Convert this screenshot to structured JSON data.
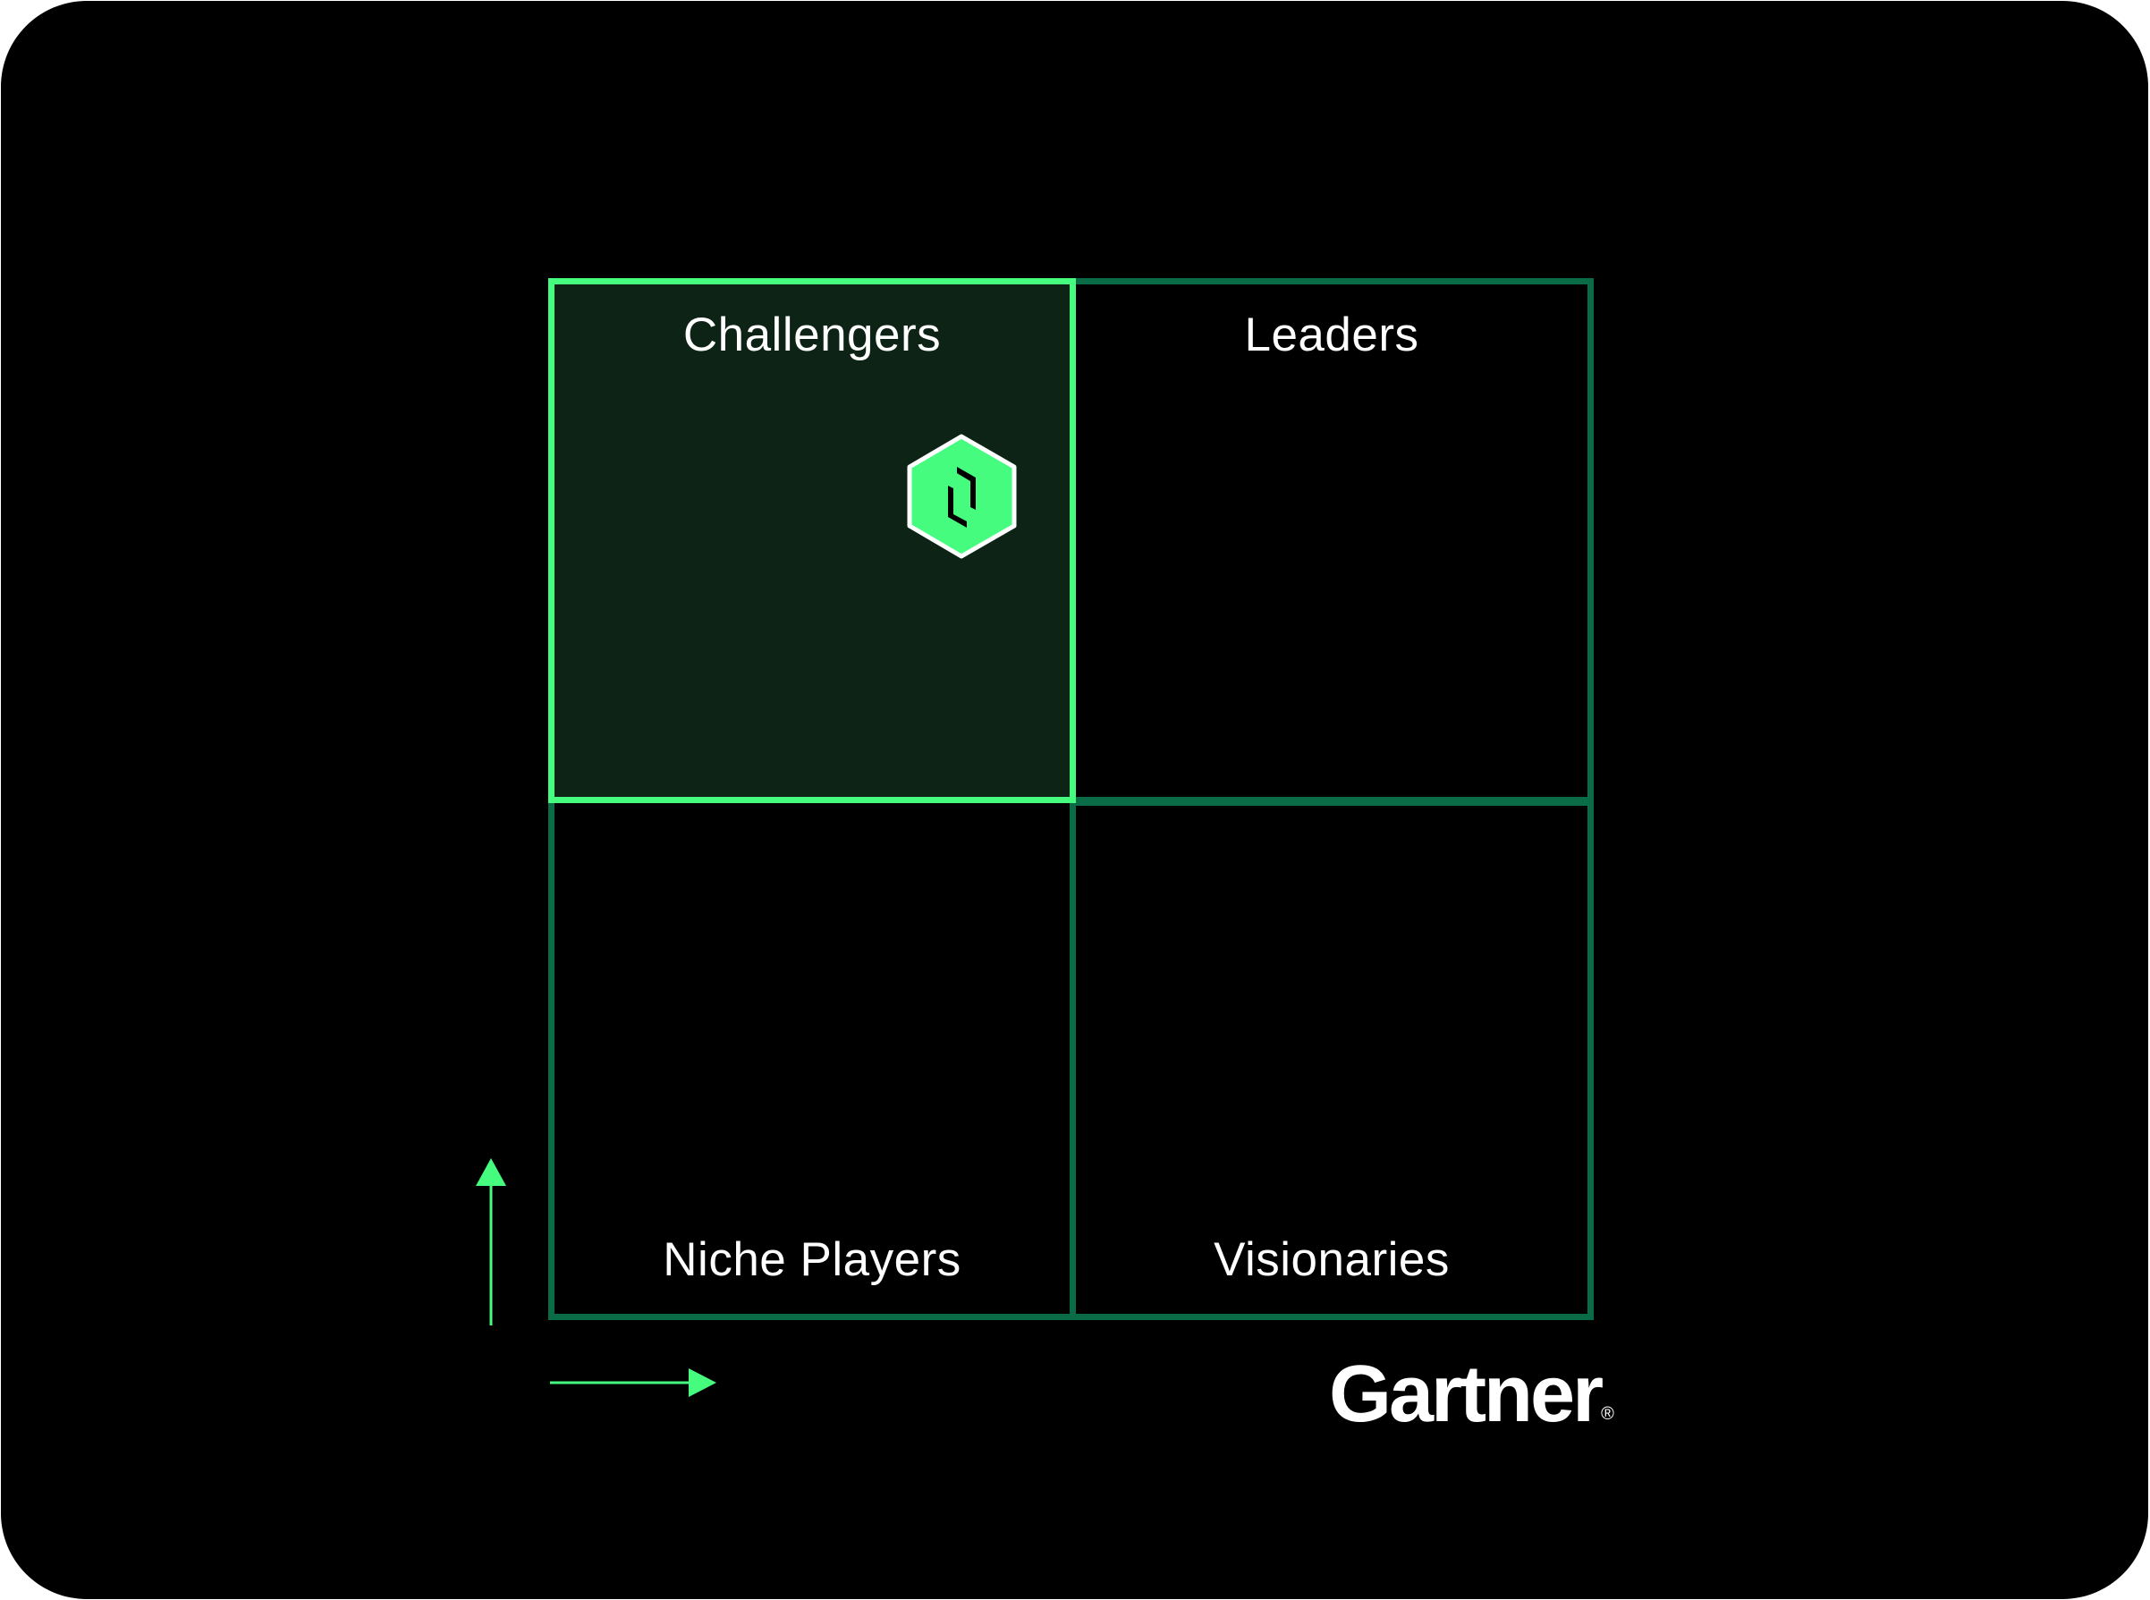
{
  "colors": {
    "background": "#000000",
    "grid_line": "#0A6B47",
    "highlight_border": "#45FC7F",
    "highlight_fill": "#0C2316",
    "text": "#FFFFFF",
    "badge_fill": "#45FC7F",
    "arrow": "#45FC7F"
  },
  "quadrants": [
    {
      "id": "challengers",
      "label": "Challengers",
      "position": "top-left",
      "highlighted": true
    },
    {
      "id": "leaders",
      "label": "Leaders",
      "position": "top-right",
      "highlighted": false
    },
    {
      "id": "niche_players",
      "label": "Niche Players",
      "position": "bottom-left",
      "highlighted": false
    },
    {
      "id": "visionaries",
      "label": "Visionaries",
      "position": "bottom-right",
      "highlighted": false
    }
  ],
  "marker": {
    "icon": "hexagon-brand-logo-icon",
    "quadrant": "challengers"
  },
  "axes": {
    "y_arrow": "arrow-up-icon",
    "x_arrow": "arrow-right-icon"
  },
  "brand": {
    "name": "Gartner",
    "mark": "®"
  }
}
